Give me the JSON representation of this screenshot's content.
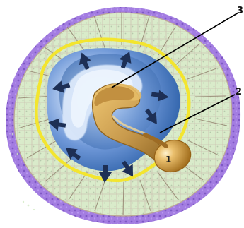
{
  "labels": {
    "one": "1",
    "two": "2",
    "three": "3"
  },
  "colors": {
    "outer_ring_purple": "#8c6ad8",
    "outer_cells_green": "#d7ebc9",
    "outer_cells_line": "#c3b3a7",
    "inner_yellow_outline": "#f3e52f",
    "inner_blue_dark": "#2f65ad",
    "inner_blue_light": "#7ba5df",
    "inner_blue_pale": "#d8e8fa",
    "tan_structure": "#c59a4e",
    "tan_dark": "#8e6422",
    "arrow_color": "#1d2f55",
    "leader_line": "#000000"
  },
  "icons": {
    "arrow": "arrow-icon"
  }
}
